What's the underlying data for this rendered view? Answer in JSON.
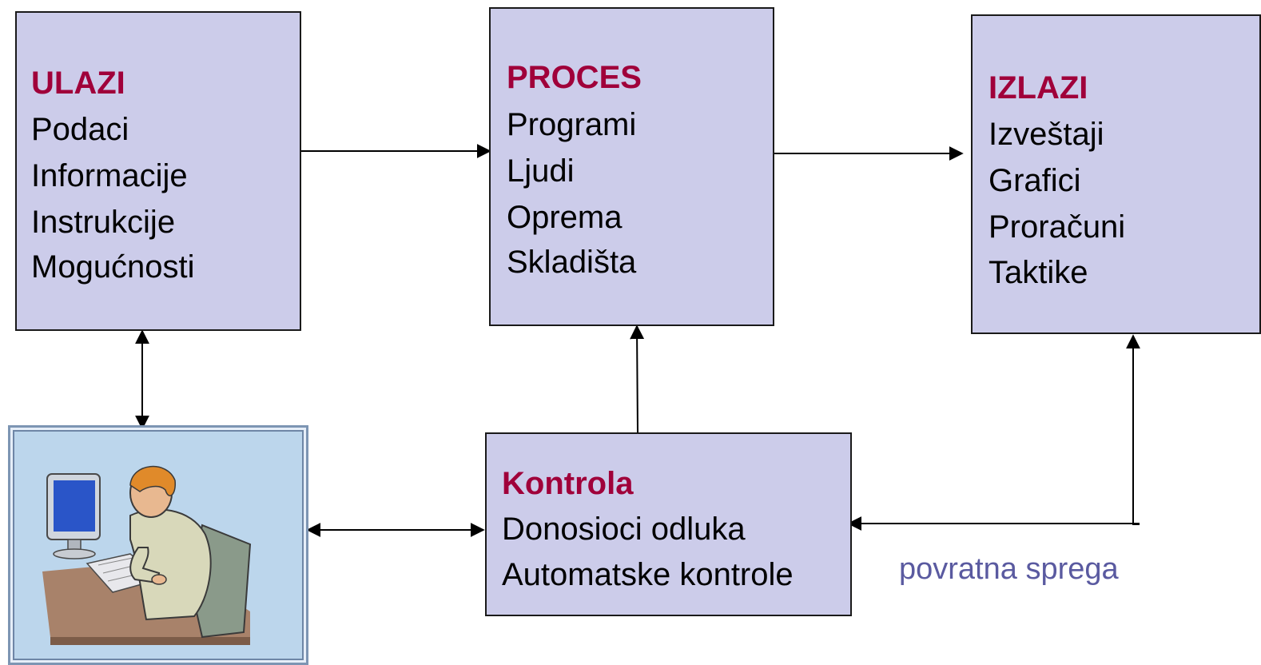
{
  "boxes": {
    "inputs": {
      "title": "ULAZI",
      "items": [
        "Podaci",
        "Informacije",
        "Instrukcije",
        "Mogućnosti"
      ]
    },
    "process": {
      "title": "PROCES",
      "items": [
        "Programi",
        "Ljudi",
        "Oprema",
        "Skladišta"
      ]
    },
    "outputs": {
      "title": "IZLAZI",
      "items": [
        "Izveštaji",
        "Grafici",
        "Proračuni",
        "Taktike"
      ]
    },
    "control": {
      "title": "Kontrola",
      "items": [
        "Donosioci odluka",
        "Automatske kontrole"
      ]
    }
  },
  "feedback_label": "povratna sprega",
  "illustration": {
    "icon": "person-at-computer-icon"
  },
  "colors": {
    "box_fill": "#ccccea",
    "title": "#a0003a",
    "caption": "#5a5aa0"
  }
}
